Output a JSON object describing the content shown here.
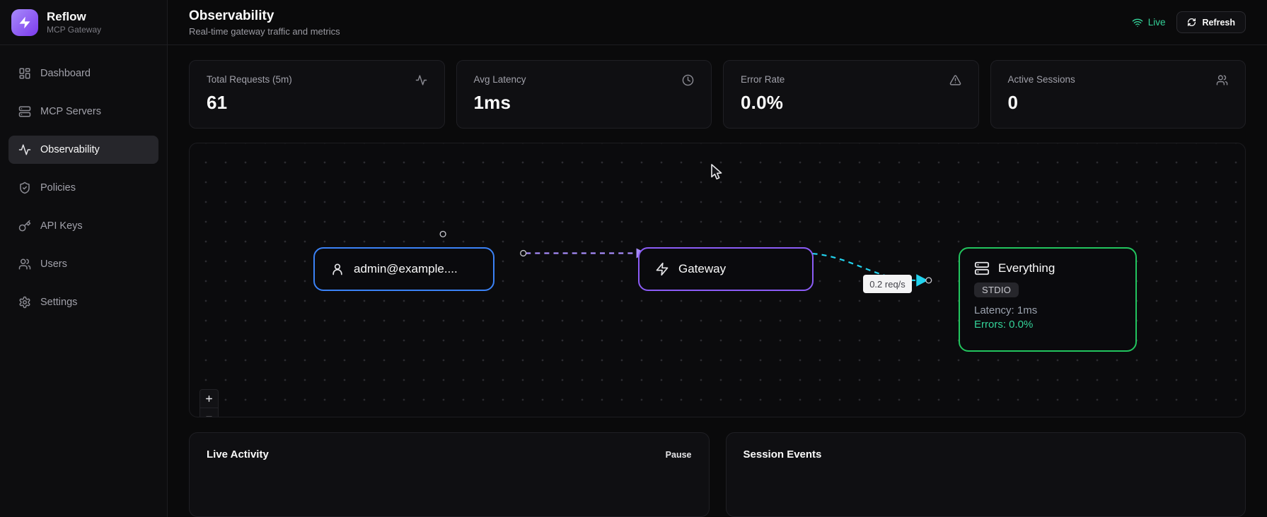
{
  "app": {
    "name": "Reflow",
    "subtitle": "MCP Gateway"
  },
  "sidebar": {
    "items": [
      {
        "label": "Dashboard",
        "icon": "dashboard-icon",
        "active": false
      },
      {
        "label": "MCP Servers",
        "icon": "servers-icon",
        "active": false
      },
      {
        "label": "Observability",
        "icon": "activity-icon",
        "active": true
      },
      {
        "label": "Policies",
        "icon": "shield-check-icon",
        "active": false
      },
      {
        "label": "API Keys",
        "icon": "key-icon",
        "active": false
      },
      {
        "label": "Users",
        "icon": "users-icon",
        "active": false
      },
      {
        "label": "Settings",
        "icon": "gear-icon",
        "active": false
      }
    ]
  },
  "header": {
    "title": "Observability",
    "subtitle": "Real-time gateway traffic and metrics",
    "live_label": "Live",
    "refresh_label": "Refresh"
  },
  "stats": [
    {
      "label": "Total Requests (5m)",
      "value": "61",
      "icon": "activity-icon"
    },
    {
      "label": "Avg Latency",
      "value": "1ms",
      "icon": "clock-icon"
    },
    {
      "label": "Error Rate",
      "value": "0.0%",
      "icon": "alert-triangle-icon"
    },
    {
      "label": "Active Sessions",
      "value": "0",
      "icon": "users-icon"
    }
  ],
  "flow": {
    "nodes": {
      "client": {
        "label": "admin@example....",
        "border_color": "#3b82f6"
      },
      "gateway": {
        "label": "Gateway",
        "border_color": "#8b5cf6"
      },
      "server": {
        "title": "Everything",
        "transport": "STDIO",
        "latency": "Latency: 1ms",
        "errors": "Errors: 0.0%",
        "border_color": "#22c55e"
      }
    },
    "edges": [
      {
        "from": "client",
        "to": "gateway",
        "color": "#a78bfa",
        "style": "dashed"
      },
      {
        "from": "gateway",
        "to": "server",
        "color": "#22d3ee",
        "style": "dashed",
        "label": "0.2 req/s"
      }
    ],
    "edge_label": "0.2 req/s"
  },
  "panels": {
    "live_activity": {
      "title": "Live Activity",
      "pause_label": "Pause"
    },
    "session_events": {
      "title": "Session Events"
    }
  },
  "colors": {
    "accent": "#8b5cf6",
    "live_green": "#34d399",
    "edge_purple": "#a78bfa",
    "edge_cyan": "#22d3ee",
    "errors_green": "#34d399"
  }
}
